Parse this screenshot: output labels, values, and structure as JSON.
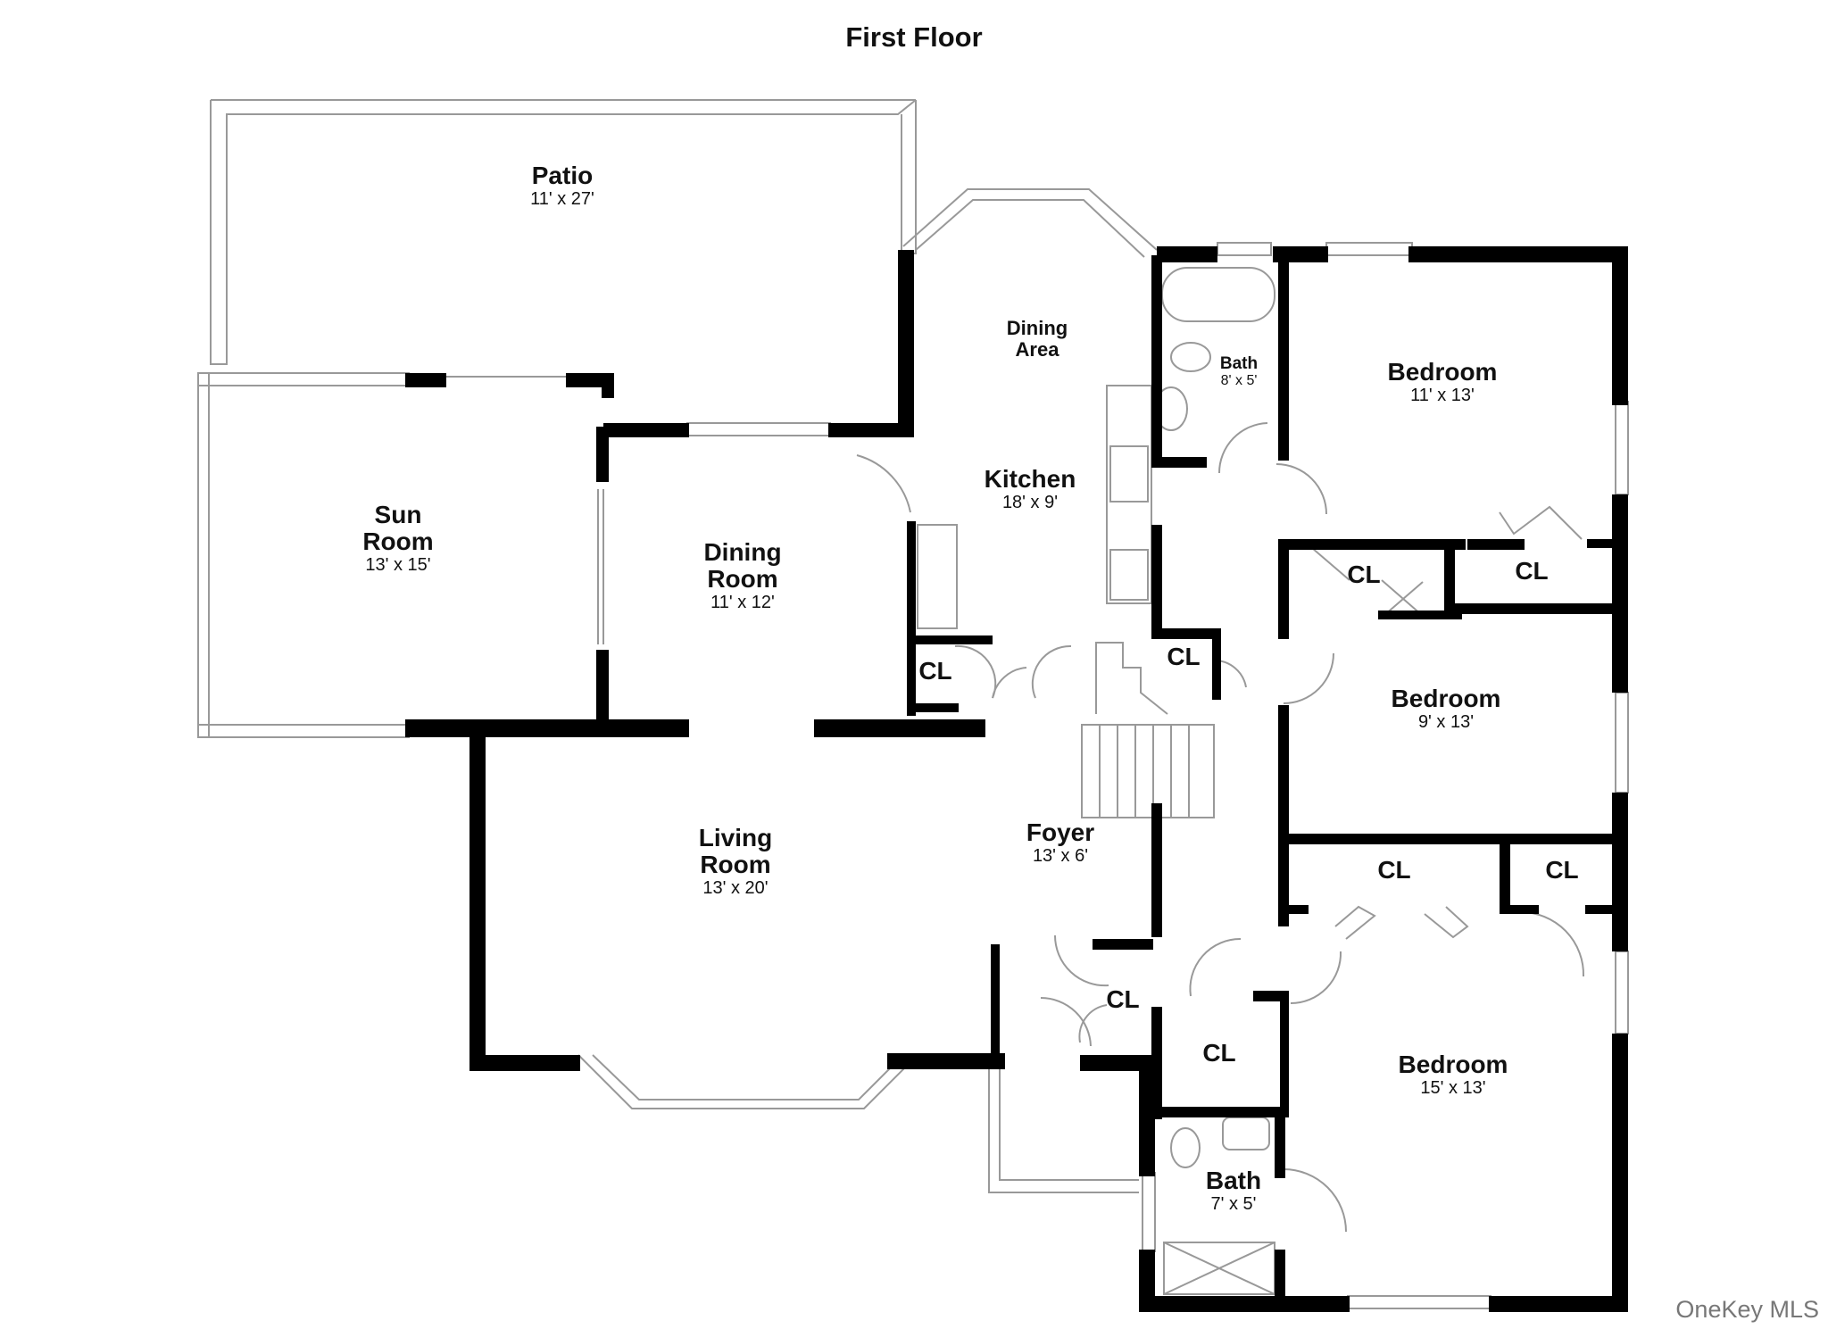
{
  "title": "First Floor",
  "rooms": {
    "patio": {
      "name": "Patio",
      "dims": "11' x 27'"
    },
    "sun_room": {
      "name": "Sun\nRoom",
      "dims": "13' x 15'"
    },
    "dining_room": {
      "name": "Dining\nRoom",
      "dims": "11' x 12'"
    },
    "dining_area": {
      "name": "Dining\nArea"
    },
    "kitchen": {
      "name": "Kitchen",
      "dims": "18' x 9'"
    },
    "living_room": {
      "name": "Living\nRoom",
      "dims": "13' x 20'"
    },
    "foyer": {
      "name": "Foyer",
      "dims": "13' x 6'"
    },
    "bath_upper": {
      "name": "Bath",
      "dims": "8' x 5'"
    },
    "bath_lower": {
      "name": "Bath",
      "dims": "7' x 5'"
    },
    "bedroom_1": {
      "name": "Bedroom",
      "dims": "11' x 13'"
    },
    "bedroom_2": {
      "name": "Bedroom",
      "dims": "9' x 13'"
    },
    "bedroom_3": {
      "name": "Bedroom",
      "dims": "15' x 13'"
    }
  },
  "closet_label": "CL",
  "watermark": "OneKey MLS"
}
